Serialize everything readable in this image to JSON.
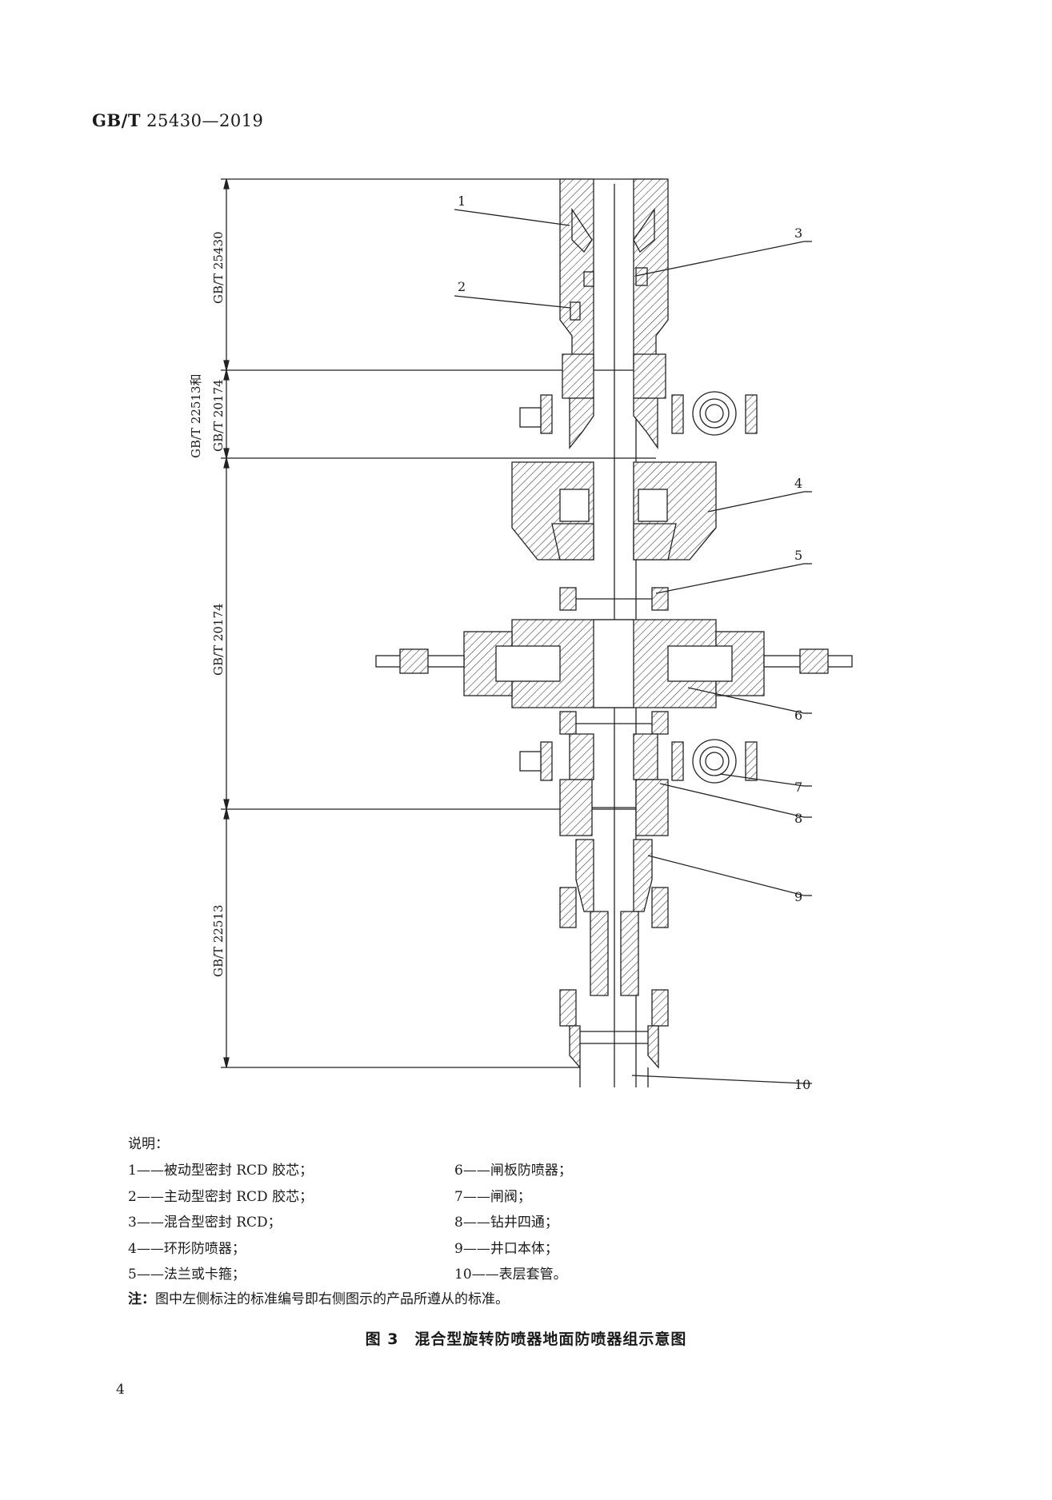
{
  "header": {
    "standard": "GB/T",
    "number": "25430—2019"
  },
  "figure": {
    "callouts": [
      "1",
      "2",
      "3",
      "4",
      "5",
      "6",
      "7",
      "8",
      "9",
      "10"
    ],
    "dimension_labels": [
      "GB/T 25430",
      "GB/T 22513和\nGB/T 20174",
      "GB/T 20174",
      "GB/T 22513"
    ]
  },
  "legend": {
    "title": "说明：",
    "left": [
      {
        "num": "1",
        "name": "被动型密封 RCD 胶芯；"
      },
      {
        "num": "2",
        "name": "主动型密封 RCD 胶芯；"
      },
      {
        "num": "3",
        "name": "混合型密封 RCD；"
      },
      {
        "num": "4",
        "name": "环形防喷器；"
      },
      {
        "num": "5",
        "name": "法兰或卡箍；"
      }
    ],
    "right": [
      {
        "num": "6",
        "name": "闸板防喷器；"
      },
      {
        "num": "7",
        "name": "闸阀；"
      },
      {
        "num": "8",
        "name": "钻井四通；"
      },
      {
        "num": "9",
        "name": "井口本体；"
      },
      {
        "num": "10",
        "name": "表层套管。"
      }
    ],
    "dash": "——"
  },
  "note": {
    "label": "注：",
    "text": "图中左侧标注的标准编号即右侧图示的产品所遵从的标准。"
  },
  "caption": "图 3　混合型旋转防喷器地面防喷器组示意图",
  "page_number": "4"
}
